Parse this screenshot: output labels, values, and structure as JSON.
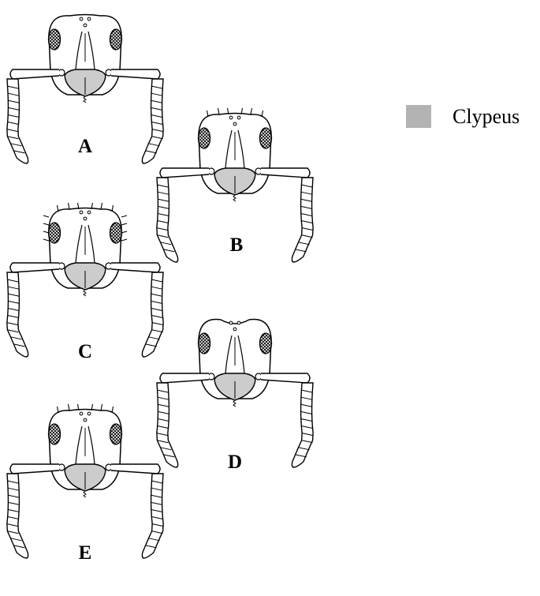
{
  "figure": {
    "heads": [
      {
        "label": "A",
        "hairs": "none",
        "head_shape": "rounded"
      },
      {
        "label": "B",
        "hairs": "top",
        "head_shape": "rounded"
      },
      {
        "label": "C",
        "hairs": "top-and-sides",
        "head_shape": "rounded"
      },
      {
        "label": "D",
        "hairs": "none",
        "head_shape": "notched"
      },
      {
        "label": "E",
        "hairs": "top",
        "head_shape": "rounded"
      }
    ],
    "legend": {
      "label": "Clypeus",
      "swatch_color": "#b3b3b3"
    },
    "colors": {
      "outline": "#000000",
      "clypeus_fill": "#cccccc",
      "head_fill": "#ffffff"
    }
  }
}
